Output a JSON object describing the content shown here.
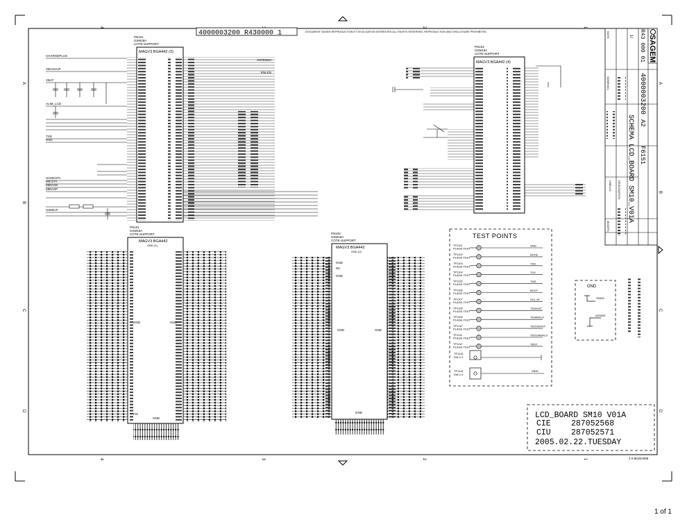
{
  "document": {
    "doc_number": "4000003200 R430000 1",
    "confidential_notice": "DOCUMENT SAGEM REPRODUCTION ET DIVULGATION INTERDITES ALL RIGHTS RESERVED, REPRODUCTION AND DISCLOSURE PROHIBITED",
    "bottom_code": "2 0-8618A008"
  },
  "border": {
    "top_cols": [
      "4",
      "3",
      "2",
      "1"
    ],
    "side_rows": [
      "A",
      "B",
      "C",
      "D"
    ]
  },
  "components": {
    "pn101_a": {
      "ref": "PN101",
      "sub": [
        "GSM18A",
        "COTE-SUPPORT"
      ],
      "title": "MAGV3 BGA442 (3)"
    },
    "pn101_b": {
      "ref": "PN101",
      "sub": [
        "GSM18A",
        "COTE-SUPPORT"
      ],
      "title": "MAGV3 BGA442",
      "subtitle": "GND (1)"
    },
    "pn102_a": {
      "ref": "PN102",
      "sub": [
        "GSM18A",
        "COTE-SUPPORT"
      ],
      "title": "MAGV3 BGA442 (4)"
    },
    "pn102_b": {
      "ref": "PN102",
      "sub": [
        "GSM18A",
        "COTE-SUPPORT"
      ],
      "title": "MAGV3 BGA442",
      "subtitle": "GND (2)"
    }
  },
  "nets_left": [
    "CHARGEPLUS",
    "VBACKUP",
    "VBAT",
    "ALIM_LCD",
    "TXD",
    "RXD",
    "HOOKSTA",
    "MICSTA",
    "MBIASN",
    "MBIASP",
    "HSMICP"
  ],
  "nets_right_pn101": [
    "ANTENNA",
    "ENLED"
  ],
  "test_points": {
    "title": "TEST POINTS",
    "items": [
      {
        "ref": "TP1101",
        "type": "PLAGE-TEST",
        "net": "GND"
      },
      {
        "ref": "TP1102",
        "type": "PLAGE-TEST",
        "net": "RSTB"
      },
      {
        "ref": "TP1103",
        "type": "PLAGE-TEST",
        "net": "TXD"
      },
      {
        "ref": "TP1104",
        "type": "PLAGE-TEST",
        "net": "TCK"
      },
      {
        "ref": "TP1105",
        "type": "PLAGE-TEST",
        "net": "TMS"
      },
      {
        "ref": "TP1106",
        "type": "PLAGE-TEST",
        "net": "BOOT"
      },
      {
        "ref": "TP1107",
        "type": "PLAGE-TEST",
        "net": "GUI_IN"
      },
      {
        "ref": "TP1108",
        "type": "PLAGE-TEST",
        "net": "TDIDIGIT"
      },
      {
        "ref": "TP1109",
        "type": "PLAGE-TEST",
        "net": "TDIANALO"
      },
      {
        "ref": "TP1110",
        "type": "PLAGE-TEST",
        "net": "TDOODIGIT"
      },
      {
        "ref": "TP1111",
        "type": "PLAGE-TEST",
        "net": "TDOOANALO"
      },
      {
        "ref": "TP1112",
        "type": "PLAGE-TEST",
        "net": "TRST"
      }
    ],
    "mech": [
      {
        "ref": "TP1115",
        "type": "DIA.1.0",
        "net": ""
      },
      {
        "ref": "TP1116",
        "type": "DIA.1.0",
        "net": "VBAT"
      }
    ]
  },
  "gnd_box": {
    "title": "GND",
    "labels": [
      "GNDD",
      "AGNDD"
    ]
  },
  "stamp": {
    "line1": "LCD_BOARD SM10 V01A",
    "cie_label": "CIE",
    "cie_value": "287052568",
    "ciu_label": "CIU",
    "ciu_value": "287052571",
    "date": "2005.02.22.TUESDAY"
  },
  "title_block": {
    "brand": "SAGEM",
    "doc_id": "4000003200",
    "rev_id": "R43 000 01",
    "schema": "SCHEMA LCD_BOARD SM10_V01A",
    "ref_code": "F6151",
    "rev": "A2",
    "folio": "1/",
    "labels": [
      "DATE",
      "NOMENCL",
      "DESIGNATION",
      "LIBELLE",
      "MODIFS"
    ]
  },
  "page_footer": "1 of 1"
}
